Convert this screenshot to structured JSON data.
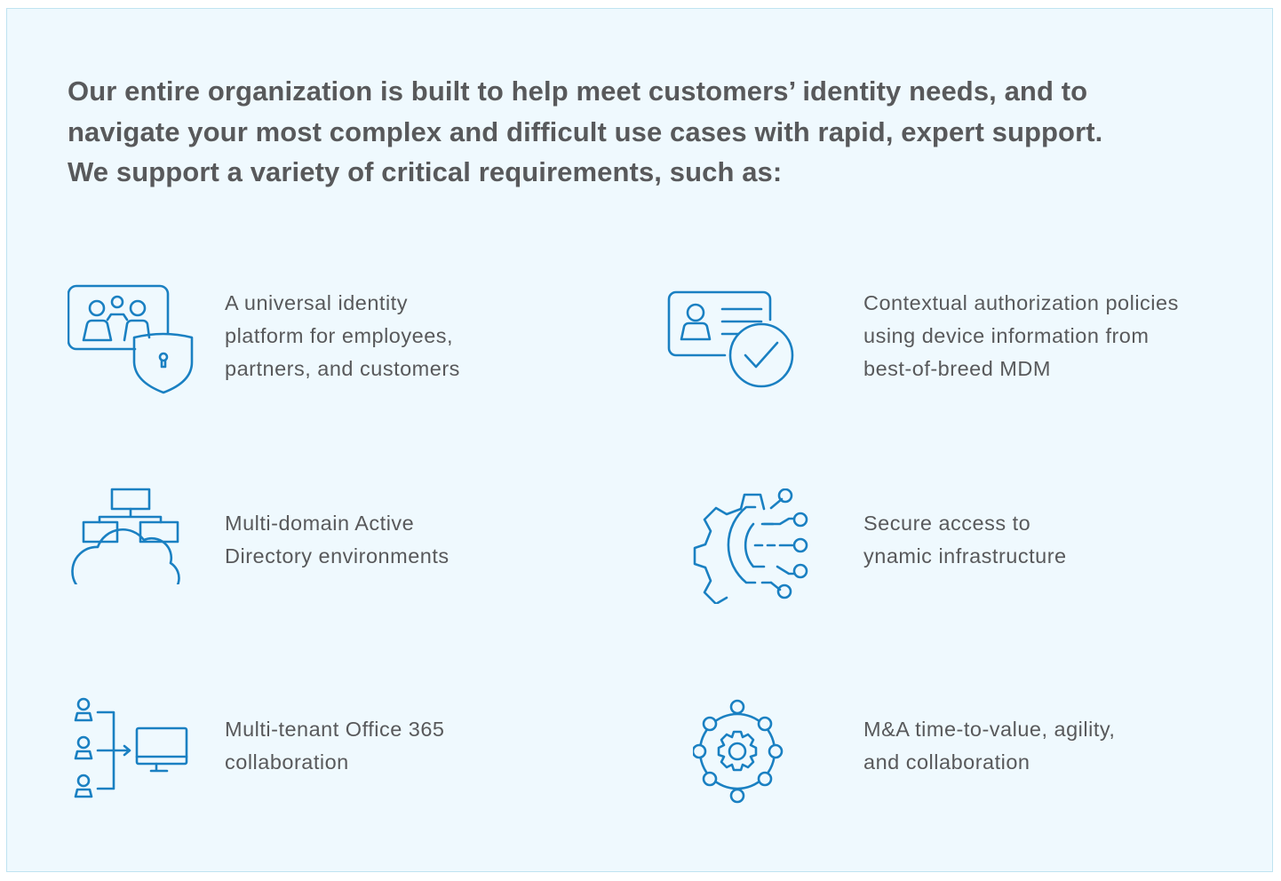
{
  "intro": {
    "lines": [
      "Our entire organization is built to help meet customers’ identity needs, and to",
      "navigate your most complex and difficult use cases with rapid, expert support.",
      "We support a variety of critical requirements, such as:"
    ]
  },
  "accent_color": "#1a80c2",
  "items": [
    {
      "icon": "identity-shield-icon",
      "lines": [
        "A universal identity",
        "platform for employees,",
        "partners, and customers"
      ]
    },
    {
      "icon": "id-card-check-icon",
      "lines": [
        "Contextual authorization policies",
        "using device information from",
        "best-of-breed MDM"
      ]
    },
    {
      "icon": "cloud-network-icon",
      "lines": [
        "Multi-domain Active",
        "Directory environments"
      ]
    },
    {
      "icon": "gear-circuit-icon",
      "lines": [
        "Secure access to",
        "ynamic infrastructure"
      ]
    },
    {
      "icon": "users-to-monitor-icon",
      "lines": [
        "Multi-tenant Office 365",
        "collaboration"
      ]
    },
    {
      "icon": "gear-network-icon",
      "lines": [
        "M&A time-to-value, agility,",
        "and collaboration"
      ]
    }
  ]
}
